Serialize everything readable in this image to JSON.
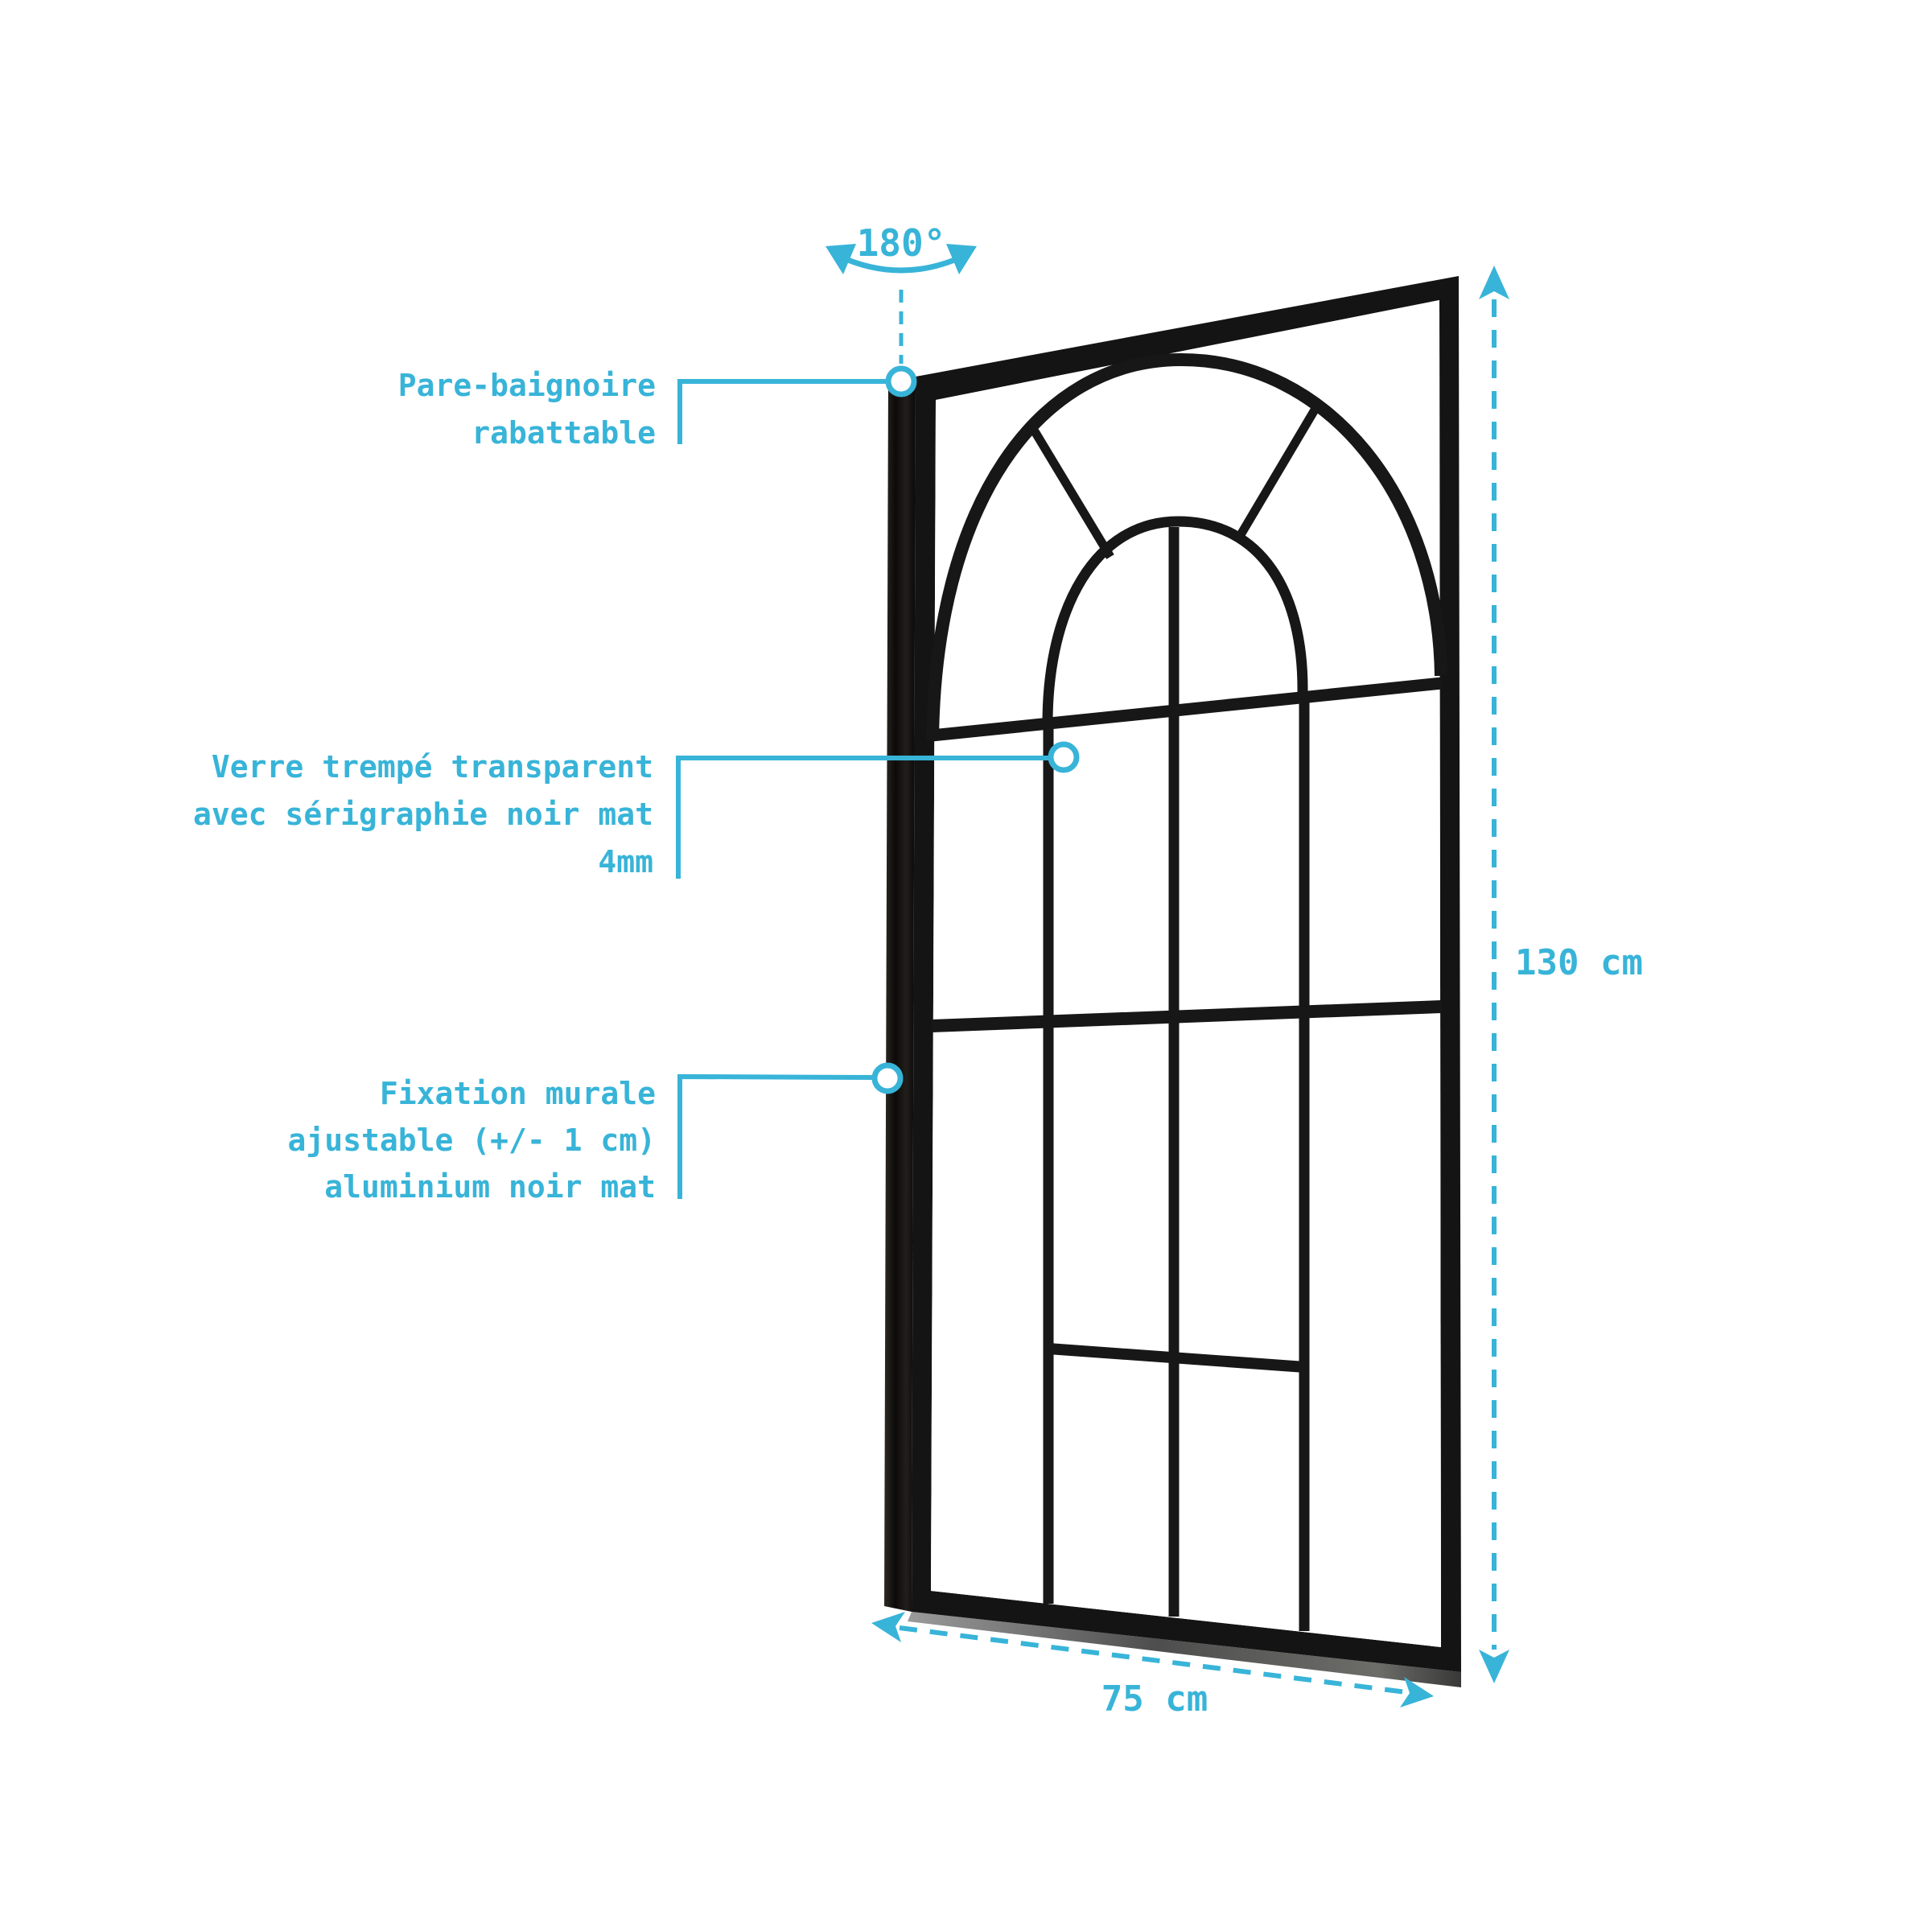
{
  "meta": {
    "title": "Pare-baignoire rabattable — schéma produit",
    "type": "product dimension diagram"
  },
  "colors": {
    "accent": "#38b4d8",
    "frame_black": "#141414",
    "background": "#ffffff"
  },
  "annotations": {
    "rotation": {
      "label": "180°"
    },
    "hinge": {
      "lines": [
        "Pare-baignoire",
        "rabattable"
      ]
    },
    "glass": {
      "lines": [
        "Verre trempé transparent",
        "avec sérigraphie noir mat",
        "4mm"
      ]
    },
    "fixation": {
      "lines": [
        "Fixation murale",
        "ajustable (+/- 1 cm)",
        "aluminium noir mat"
      ]
    }
  },
  "dimensions": {
    "height_label": "130 cm",
    "width_label": "75 cm"
  }
}
